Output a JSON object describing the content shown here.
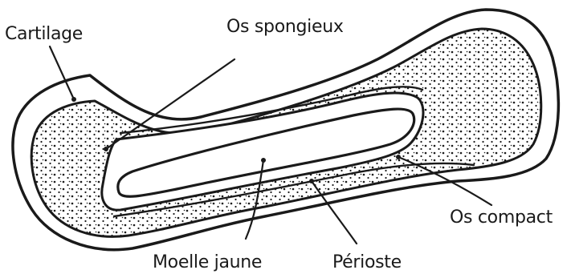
{
  "diagram": {
    "labels": {
      "cartilage": "Cartilage",
      "spongy_bone": "Os spongieux",
      "compact_bone": "Os compact",
      "yellow_marrow": "Moelle jaune",
      "periosteum": "Périoste"
    },
    "colors": {
      "ink": "#1a1a1a",
      "background": "#ffffff"
    }
  }
}
